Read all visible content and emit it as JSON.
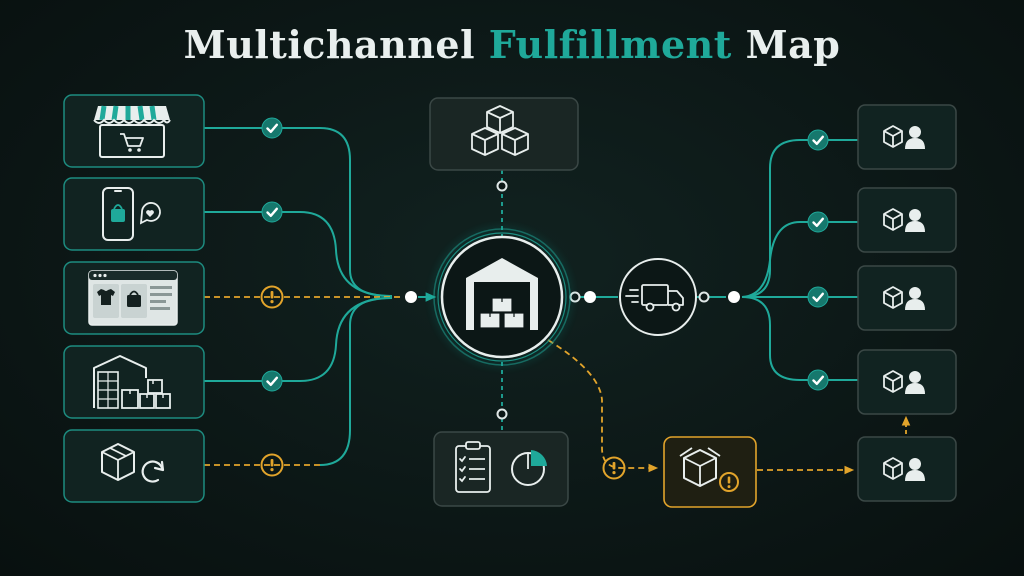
{
  "title": {
    "part1": "Multichannel",
    "accent": "Fulfillment",
    "part3": "Map"
  },
  "colors": {
    "background": "#0c1716",
    "node_fill": "#112321",
    "node_stroke": "#1d8c80",
    "flow_ok": "#1fa99a",
    "flow_warn": "#e2a42b",
    "check_badge": "#16786d",
    "icon": "#e8eeed",
    "title_text": "#e9efee",
    "grey_border": "#3b4846"
  },
  "sources": [
    {
      "name": "storefront",
      "icon": "storefront-cart-icon",
      "status": "ok"
    },
    {
      "name": "mobile-app",
      "icon": "mobile-shopping-icon",
      "status": "ok"
    },
    {
      "name": "web-marketplace",
      "icon": "browser-shop-icon",
      "status": "warning"
    },
    {
      "name": "retail-warehouse",
      "icon": "building-boxes-icon",
      "status": "ok"
    },
    {
      "name": "returns",
      "icon": "box-return-icon",
      "status": "warning"
    }
  ],
  "hub": {
    "icon": "warehouse-icon"
  },
  "inventory": {
    "icon": "stacked-boxes-icon"
  },
  "reports": {
    "icons": [
      "checklist-icon",
      "pie-chart-icon"
    ]
  },
  "carrier": {
    "icon": "delivery-truck-icon"
  },
  "exception": {
    "icon": "box-alert-icon",
    "status": "warning"
  },
  "destinations": [
    {
      "icon": "customer-package-icon",
      "status": "ok"
    },
    {
      "icon": "customer-package-icon",
      "status": "ok"
    },
    {
      "icon": "customer-package-icon",
      "status": "ok"
    },
    {
      "icon": "customer-package-icon",
      "status": "ok"
    },
    {
      "icon": "customer-package-icon",
      "status": "exception"
    }
  ]
}
